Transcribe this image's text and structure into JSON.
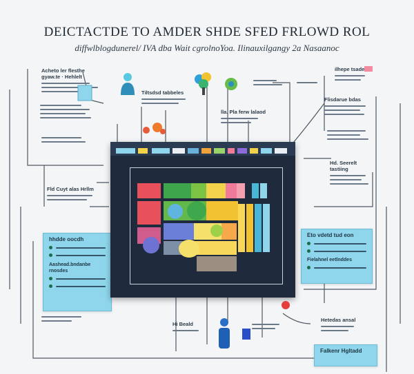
{
  "title": "DEICTACTDE TO AMDER SHDE SFED FRLOWD ROL",
  "subtitle": "diffwlblogdunerel/ IVA dba Wait cgrolnoYoa. Ilinauxilgangy 2a Nasaanoc",
  "notes": {
    "top_left_heading": "Acheto ler flesthe gyaw.te · Hehlelt",
    "mid_left_heading": "Fld Cuyt alas Hrllm",
    "top_center_heading": "Tiltsdsd tabbeles",
    "center_heading": "lla. Pla ferw lalaod",
    "right_top_heading": "ilhepe tsade",
    "right_mid_heading": "Flisdarue bdas",
    "right_low_heading": "Hd. Seerelt tastiing",
    "bottom_center_heading": "Hi Beald",
    "bottom_right_heading": "Hetedas ansal"
  },
  "cards": {
    "left_title": "hhdde oocdh",
    "left_subtitle": "Aashead.bndanbe rnosdes",
    "right_title": "Eto vdetd tud eon",
    "right_subtitle": "Fielahnel eetlnddes",
    "bottom_right_title": "Falkenr Hgltadd"
  },
  "colors": {
    "board": "#1f2b3d",
    "card": "#8fd6ec",
    "accent_red": "#e63c3c",
    "wire": "#4c5763"
  },
  "icons": [
    "person-icon",
    "tree-icon",
    "gear-icon",
    "document-icon",
    "pin-icon"
  ]
}
